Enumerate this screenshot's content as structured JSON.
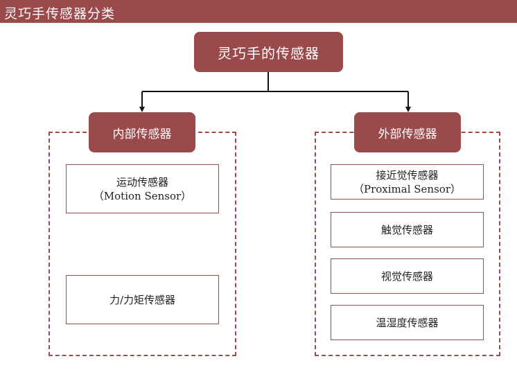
{
  "header": {
    "title": "灵巧手传感器分类"
  },
  "diagram": {
    "root": {
      "label": "灵巧手的传感器"
    },
    "left_group": {
      "label": "内部传感器",
      "items": [
        {
          "label": "运动传感器",
          "sublabel": "（Motion Sensor）"
        },
        {
          "label": "力/力矩传感器",
          "sublabel": ""
        }
      ]
    },
    "right_group": {
      "label": "外部传感器",
      "items": [
        {
          "label": "接近觉传感器",
          "sublabel": "（Proximal Sensor）"
        },
        {
          "label": "触觉传感器",
          "sublabel": ""
        },
        {
          "label": "视觉传感器",
          "sublabel": ""
        },
        {
          "label": "温湿度传感器",
          "sublabel": ""
        }
      ]
    }
  },
  "colors": {
    "accent": "#9a4a4b",
    "border": "#a0494a",
    "line": "#111111"
  }
}
